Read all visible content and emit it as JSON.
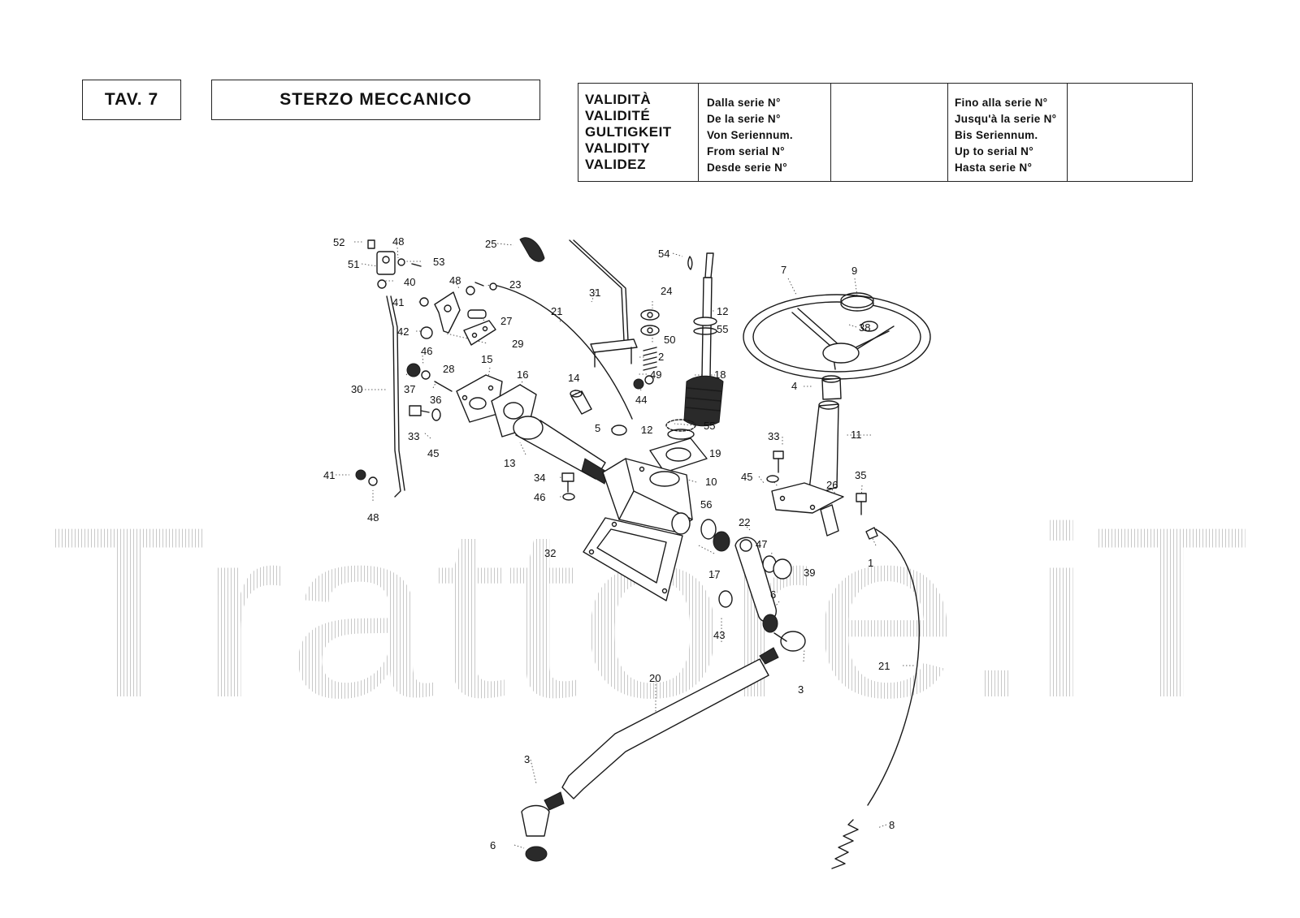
{
  "header": {
    "table_label": "TAV. 7",
    "title": "STERZO MECCANICO"
  },
  "validity": {
    "languages": [
      "VALIDITÀ",
      "VALIDITÉ",
      "GULTIGKEIT",
      "VALIDITY",
      "VALIDEZ"
    ],
    "from_labels": [
      "Dalla serie N°",
      "De la serie N°",
      "Von Seriennum.",
      "From serial N°",
      "Desde serie N°"
    ],
    "from_value": "",
    "to_labels": [
      "Fino alla serie N°",
      "Jusqu'à la serie N°",
      "Bis Seriennum.",
      "Up to serial N°",
      "Hasta serie N°"
    ],
    "to_value": ""
  },
  "watermark": {
    "text": "Trattore.iT",
    "color": "#d7d7d7"
  },
  "callouts": {
    "c52": "52",
    "c48a": "48",
    "c51": "51",
    "c53": "53",
    "c40": "40",
    "c41a": "41",
    "c42": "42",
    "c48b": "48",
    "c23": "23",
    "c27": "27",
    "c29": "29",
    "c28": "28",
    "c25": "25",
    "c31": "31",
    "c21a": "21",
    "c54": "54",
    "c12a": "12",
    "c55a": "55",
    "c24": "24",
    "c50": "50",
    "c2": "2",
    "c49": "49",
    "c44": "44",
    "c18": "18",
    "c7": "7",
    "c9": "9",
    "c38": "38",
    "c46a": "46",
    "c37": "37",
    "c36": "36",
    "c30": "30",
    "c15": "15",
    "c16": "16",
    "c14": "14",
    "c33a": "33",
    "c45a": "45",
    "c13": "13",
    "c5": "5",
    "c12b": "12",
    "c55b": "55",
    "c19": "19",
    "c4": "4",
    "c11": "11",
    "c33b": "33",
    "c34": "34",
    "c10": "10",
    "c46b": "46",
    "c41b": "41",
    "c48c": "48",
    "c45b": "45",
    "c26": "26",
    "c35": "35",
    "c56": "56",
    "c22": "22",
    "c32": "32",
    "c47": "47",
    "c39": "39",
    "c17": "17",
    "c1": "1",
    "c6a": "6",
    "c43": "43",
    "c21b": "21",
    "c20": "20",
    "c3a": "3",
    "c3b": "3",
    "c6b": "6",
    "c8": "8"
  }
}
